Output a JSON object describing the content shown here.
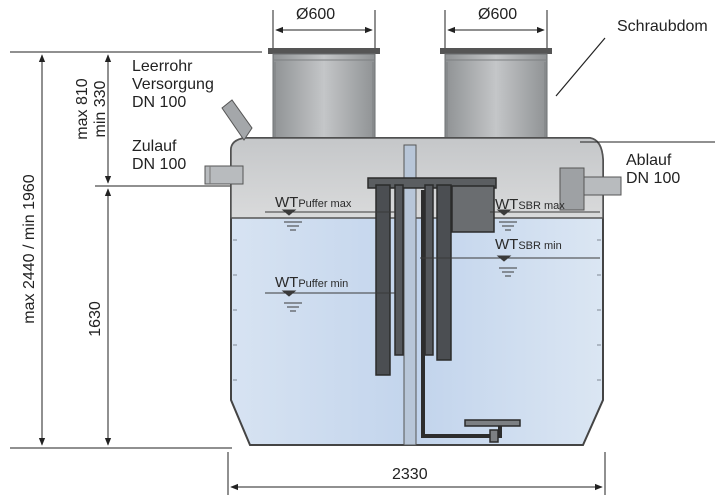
{
  "labels": {
    "dome_left_diameter": "Ø600",
    "dome_right_diameter": "Ø600",
    "schraubdom": "Schraubdom",
    "leerrohr_line1": "Leerrohr",
    "leerrohr_line2": "Versorgung",
    "leerrohr_line3": "DN 100",
    "zulauf_line1": "Zulauf",
    "zulauf_line2": "DN 100",
    "ablauf_line1": "Ablauf",
    "ablauf_line2": "DN 100",
    "dim_height_total": "max 2440 / min 1960",
    "dim_cover_max": "max 810",
    "dim_cover_min": "min 330",
    "dim_inlet_height": "1630",
    "dim_width": "2330"
  },
  "water_levels": {
    "puffer_max_prefix": "WT",
    "puffer_max_sub": "Puffer max",
    "puffer_min_prefix": "WT",
    "puffer_min_sub": "Puffer min",
    "sbr_max_prefix": "WT",
    "sbr_max_sub": "SBR max",
    "sbr_min_prefix": "WT",
    "sbr_min_sub": "SBR min"
  },
  "colors": {
    "water": "#c9d9ee",
    "tank_top": "#cfd1d3",
    "dome": "#a8abad",
    "pipe": "#3a3a3a",
    "line": "#222222"
  }
}
